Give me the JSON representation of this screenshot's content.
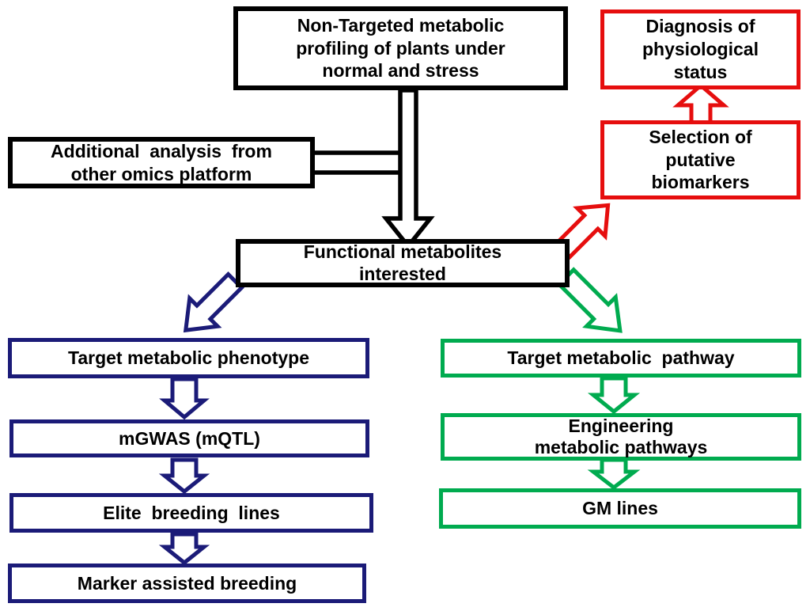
{
  "diagram": {
    "colors": {
      "black": "#000000",
      "navy": "#1b1b78",
      "red": "#e60e0e",
      "green": "#00ab4f",
      "text": "#000000",
      "background": "#ffffff"
    },
    "boxes": {
      "non_targeted": {
        "label": "Non-Targeted metabolic\nprofiling of plants under\nnormal and stress",
        "border": "#000000"
      },
      "diagnosis": {
        "label": "Diagnosis of\nphysiological\nstatus",
        "border": "#e60e0e"
      },
      "selection": {
        "label": "Selection of\nputative\nbiomarkers",
        "border": "#e60e0e"
      },
      "additional": {
        "label": "Additional  analysis  from\nother omics platform",
        "border": "#000000"
      },
      "functional": {
        "label": "Functional metabolites\ninterested",
        "border": "#000000"
      },
      "target_phenotype": {
        "label": "Target metabolic phenotype",
        "border": "#1b1b78"
      },
      "mgwas": {
        "label": "mGWAS (mQTL)",
        "border": "#1b1b78"
      },
      "elite": {
        "label": "Elite  breeding  lines",
        "border": "#1b1b78"
      },
      "marker": {
        "label": "Marker assisted breeding",
        "border": "#1b1b78"
      },
      "target_pathway": {
        "label": "Target metabolic  pathway",
        "border": "#00ab4f"
      },
      "engineering": {
        "label": "Engineering\nmetabolic pathways",
        "border": "#00ab4f"
      },
      "gm_lines": {
        "label": "GM lines",
        "border": "#00ab4f"
      }
    }
  }
}
